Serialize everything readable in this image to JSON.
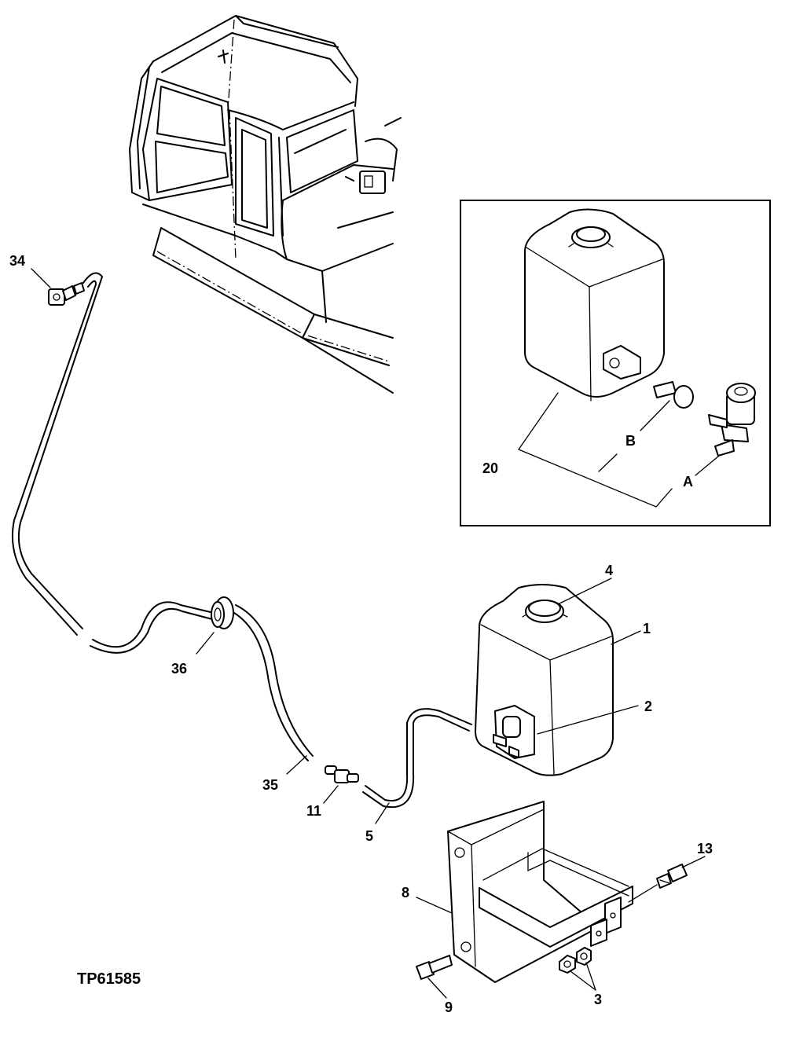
{
  "figure_id": "TP61585",
  "inset_labels": {
    "tank": "20",
    "bolt": "B",
    "elbow": "A"
  },
  "callouts": {
    "nozzle": "34",
    "grommet": "36",
    "hose_upper": "35",
    "connector": "11",
    "hose_lower": "5",
    "cap": "4",
    "tank": "1",
    "pump": "2",
    "bracket": "8",
    "bolt_bracket": "13",
    "bolt_front": "9",
    "nuts": "3"
  }
}
